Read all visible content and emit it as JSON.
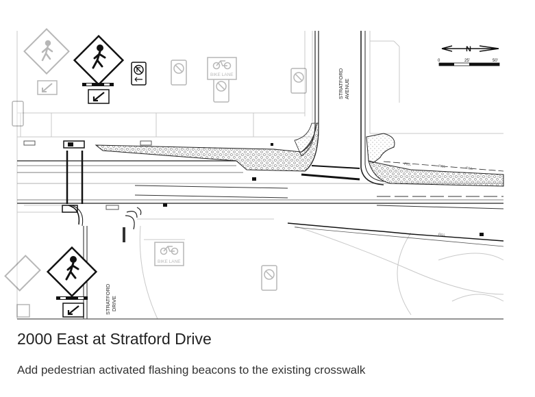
{
  "title": "2000 East at Stratford Drive",
  "description": "Add pedestrian activated flashing beacons to the existing crosswalk",
  "street_labels": {
    "avenue_line1": "STRATFORD",
    "avenue_line2": "AVENUE",
    "drive_line1": "STRATFORD",
    "drive_line2": "DRIVE"
  },
  "sign_labels": {
    "bike_lane": "BIKE LANE",
    "fill": "FILL"
  },
  "scale_bar": {
    "tick_0": "0",
    "tick_25": "25'",
    "tick_50": "50'",
    "north_letter": "N"
  },
  "colors": {
    "ink": "#111111",
    "faded": "#bdbdbd",
    "hatch": "#777777"
  },
  "icons": [
    "pedestrian-crossing-sign-icon",
    "diagonal-arrow-plaque-icon",
    "no-turn-sign-icon",
    "bike-lane-sign-icon",
    "north-arrow-icon"
  ]
}
